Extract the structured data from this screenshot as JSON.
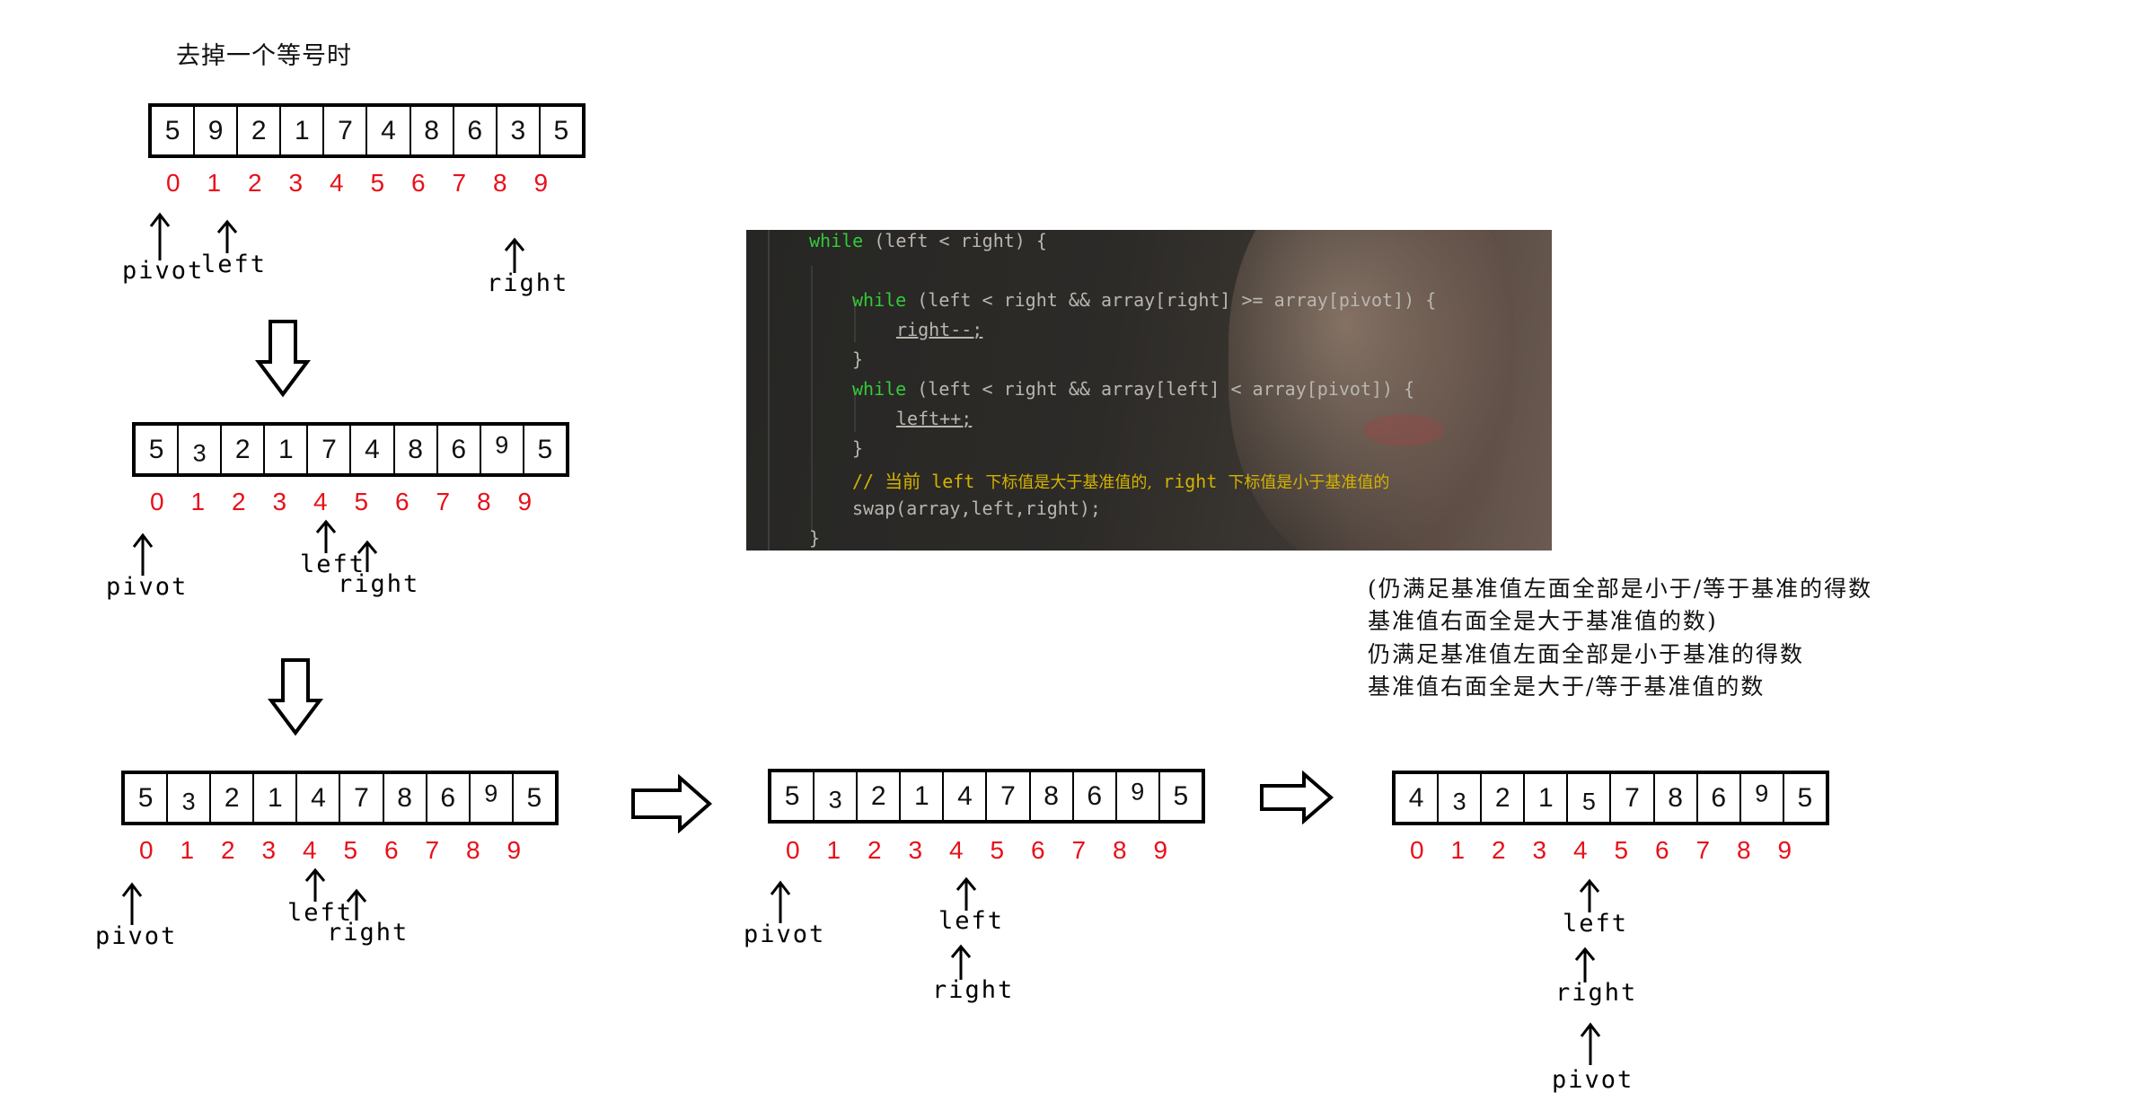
{
  "title": "去掉一个等号时",
  "indices": [
    "0",
    "1",
    "2",
    "3",
    "4",
    "5",
    "6",
    "7",
    "8",
    "9"
  ],
  "arrays": {
    "a1": [
      "5",
      "9",
      "2",
      "1",
      "7",
      "4",
      "8",
      "6",
      "3",
      "5"
    ],
    "a2": [
      "5",
      "3",
      "2",
      "1",
      "7",
      "4",
      "8",
      "6",
      "9",
      "5"
    ],
    "a3": [
      "5",
      "3",
      "2",
      "1",
      "4",
      "7",
      "8",
      "6",
      "9",
      "5"
    ],
    "a4": [
      "5",
      "3",
      "2",
      "1",
      "4",
      "7",
      "8",
      "6",
      "9",
      "5"
    ],
    "a5": [
      "4",
      "3",
      "2",
      "1",
      "5",
      "7",
      "8",
      "6",
      "9",
      "5"
    ]
  },
  "labels": {
    "pivot": "pivot",
    "left": "left",
    "right": "right"
  },
  "code": {
    "line1_kw": "while",
    "line1_rest": " (left < right) {",
    "line2_kw": "while",
    "line2_rest": " (left < right && array[right] >= array[pivot]) {",
    "line3": "right--;",
    "line4": "}",
    "line5_kw": "while",
    "line5_rest": " (left < right && array[left] < array[pivot]) {",
    "line6": "left++;",
    "line7": "}",
    "comment_a": "// 当前",
    "comment_b": "left",
    "comment_c": "下标值是大于基准值的,",
    "comment_d": "right",
    "comment_e": "下标值是小于基准值的",
    "line9": "swap(array,left,right);",
    "line10": "}"
  },
  "notes": [
    "(仍满足基准值左面全部是小于/等于基准的得数",
    "基准值右面全是大于基准值的数)",
    "仍满足基准值左面全部是小于基准的得数",
    "基准值右面全是大于/等于基准值的数"
  ]
}
